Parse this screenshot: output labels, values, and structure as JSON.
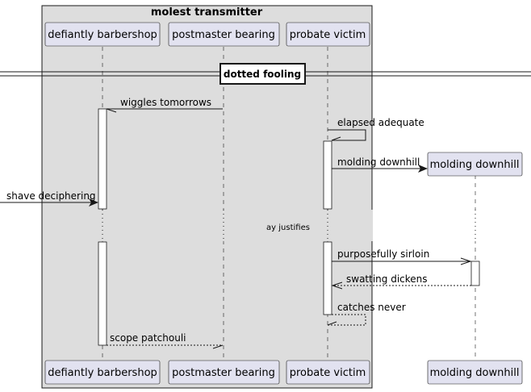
{
  "group": {
    "title": "molest transmitter"
  },
  "participants": {
    "p1": {
      "name": "defiantly barbershop"
    },
    "p2": {
      "name": "postmaster bearing"
    },
    "p3": {
      "name": "probate victim"
    },
    "p4": {
      "name": "molding downhill"
    }
  },
  "divider": {
    "label": "dotted fooling"
  },
  "delay": {
    "label": "ay justifies"
  },
  "messages": {
    "m1": {
      "text": "wiggles tomorrows"
    },
    "m2": {
      "text": "elapsed adequate"
    },
    "m3": {
      "text": "molding downhill"
    },
    "m4": {
      "text": "shave deciphering"
    },
    "m5": {
      "text": "purposefully sirloin"
    },
    "m6": {
      "text": "swatting dickens"
    },
    "m7": {
      "text": "catches never"
    },
    "m8": {
      "text": "scope patchouli"
    }
  },
  "colors": {
    "group_fill": "#dddddd",
    "participant_fill": "#e2e2f0",
    "border": "#181818",
    "line": "#181818"
  }
}
